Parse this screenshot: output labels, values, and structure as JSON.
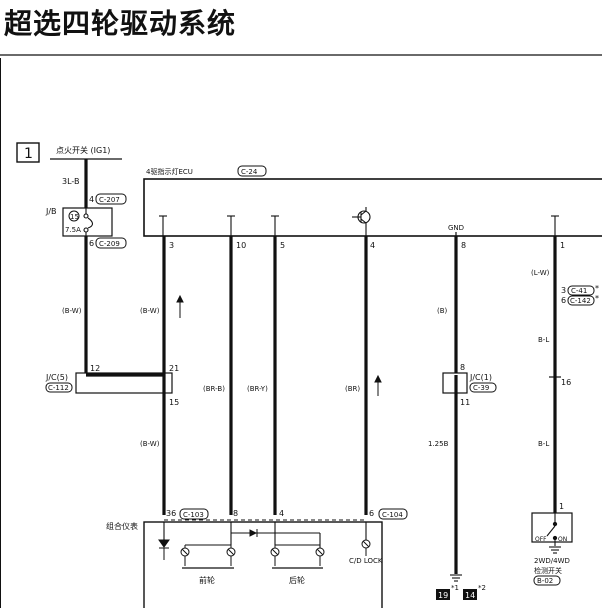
{
  "title": "超选四轮驱动系统",
  "diagram": {
    "section_number": "1",
    "ignition_switch": "点火开关 (IG1)",
    "ecu_name": "4驱指示灯ECU",
    "ecu_connector": "C-24",
    "wire_3lb": "3L-B",
    "jb_label": "J/B",
    "fuse_number": "15",
    "fuse_rating": "7.5A",
    "pin_4": "4",
    "conn_c207": "C-207",
    "pin_6": "6",
    "conn_c209": "C-209",
    "wire_bw": "(B-W)",
    "jc5_label": "J/C(5)",
    "conn_c112": "C-112",
    "pin_12": "12",
    "pin_21": "21",
    "pin_15": "15",
    "wire_brb": "(BR-B)",
    "wire_bry": "(BR-Y)",
    "wire_br": "(BR)",
    "wire_b": "(B)",
    "wire_lw": "(L-W)",
    "gnd": "GND",
    "ecu_pins": [
      "3",
      "10",
      "5",
      "4",
      "8",
      "1"
    ],
    "pin_8": "8",
    "jc1_label": "J/C(1)",
    "conn_c39": "C-39",
    "pin_11": "11",
    "wire_125b": "1.25B",
    "pin_3": "3",
    "conn_c41": "C-41",
    "conn_c142": "C-142",
    "star": "*",
    "wire_bl": "B-L",
    "pin_16": "16",
    "pin_1": "1",
    "pin_36": "36",
    "conn_c103": "C-103",
    "conn_c104": "C-104",
    "cluster_label": "组合仪表",
    "front_wheels": "前轮",
    "rear_wheels": "后轮",
    "cd_lock": "C/D LOCK",
    "ground_19": "19",
    "ground_14": "14",
    "sup_1": "*1",
    "sup_2": "*2",
    "switch_off": "OFF",
    "switch_on": "ON",
    "switch_name_1": "2WD/4WD",
    "switch_name_2": "检测开关",
    "conn_b02": "B-02"
  }
}
